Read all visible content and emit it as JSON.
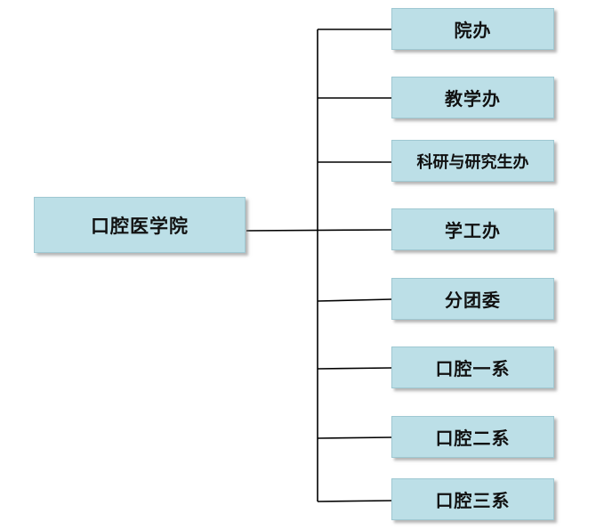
{
  "diagram": {
    "root": {
      "label": "口腔医学院"
    },
    "children": [
      {
        "label": "院办"
      },
      {
        "label": "教学办"
      },
      {
        "label": "科研与研究生办"
      },
      {
        "label": "学工办"
      },
      {
        "label": "分团委"
      },
      {
        "label": "口腔一系"
      },
      {
        "label": "口腔二系"
      },
      {
        "label": "口腔三系"
      }
    ]
  },
  "colors": {
    "node_fill": "#bcdfe7",
    "line": "#000000"
  }
}
